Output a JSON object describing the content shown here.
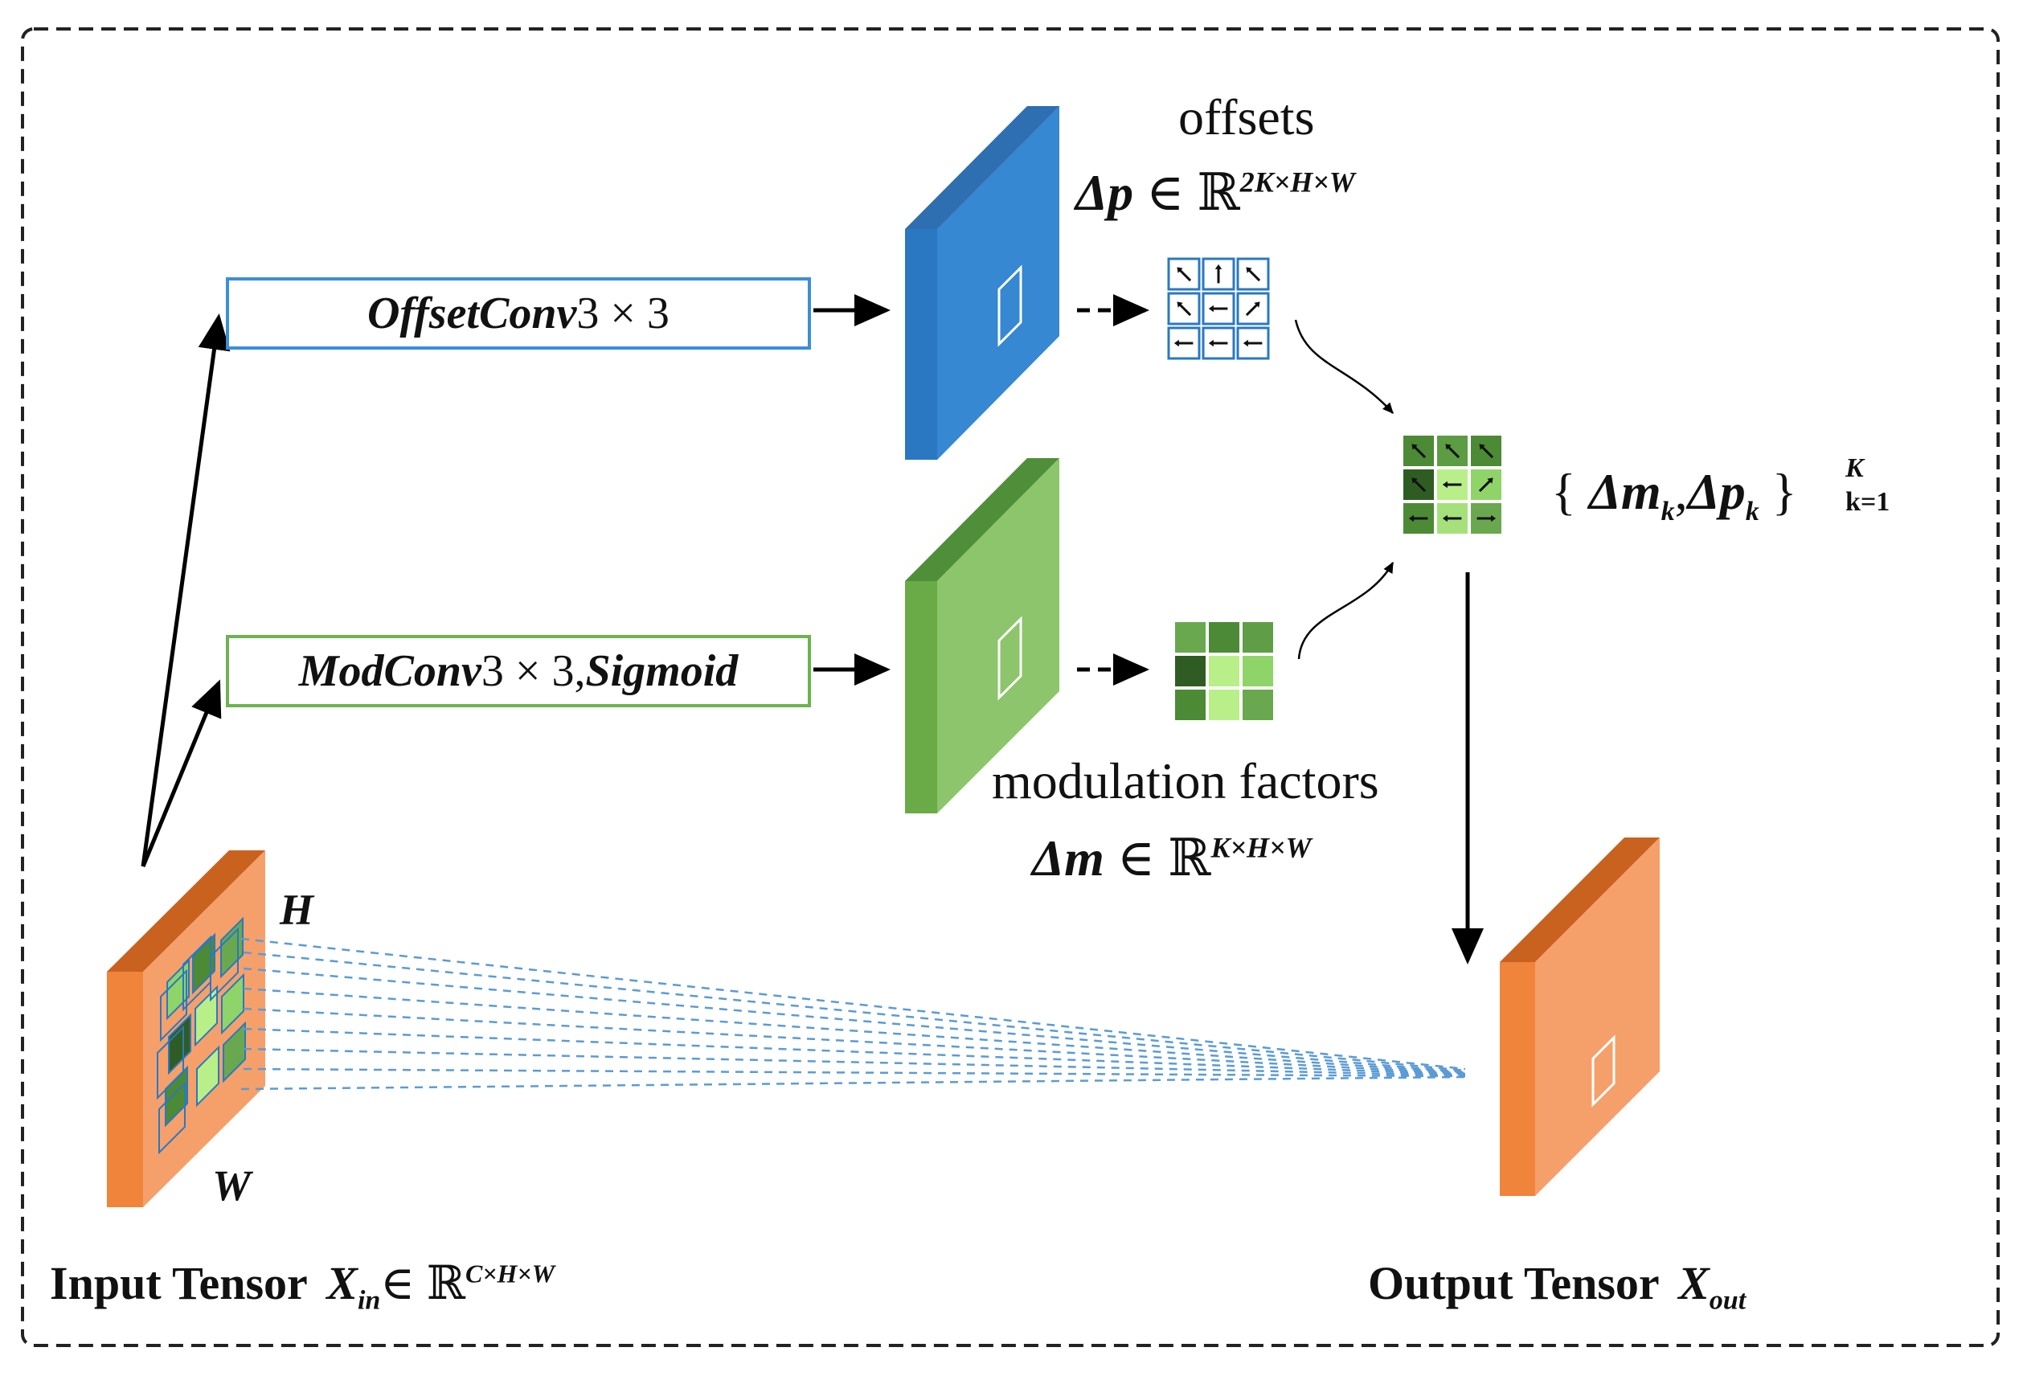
{
  "offset_conv": {
    "name": "OffsetConv",
    "kernel": "3 × 3",
    "color": "#3a8fd9"
  },
  "mod_conv": {
    "name": "ModConv",
    "kernel": "3 × 3",
    "activation": "Sigmoid",
    "color": "#6db34f"
  },
  "offsets": {
    "title": "offsets",
    "symbol": "Δp",
    "in": "∈",
    "space": "ℝ",
    "dims": "2K×H×W"
  },
  "modulation": {
    "title": "modulation factors",
    "symbol": "Δm",
    "in": "∈",
    "space": "ℝ",
    "dims": "K×H×W"
  },
  "combined": {
    "open": "{",
    "m": "Δm",
    "p": "Δp",
    "sub": "k",
    "comma": ",",
    "close": "}",
    "sup": "K",
    "range": "k=1"
  },
  "input": {
    "label": "Input Tensor",
    "var": "X",
    "sub": "in",
    "in": "∈",
    "space": "ℝ",
    "dims": "C×H×W",
    "h_label": "H",
    "w_label": "W",
    "color": "#f0843a"
  },
  "output": {
    "label": "Output Tensor",
    "var": "X",
    "sub": "out",
    "color": "#f0843a"
  },
  "offset_arrows": [
    "nw",
    "n",
    "nw",
    "nw",
    "w",
    "ne",
    "w",
    "w",
    "w"
  ],
  "combined_arrows": [
    "nw",
    "nw",
    "nw",
    "nw",
    "w",
    "ne",
    "w",
    "w",
    "e"
  ],
  "mod_cell_colors": [
    "#6aa84f",
    "#4c8a36",
    "#5f9e46",
    "#2f5c22",
    "#b8ef88",
    "#8fd468",
    "#4c8a36",
    "#b8ef88",
    "#6aa84f"
  ],
  "combined_cell_colors": [
    "#4c8a36",
    "#5c9c42",
    "#4c8a36",
    "#2f5c22",
    "#b8ef88",
    "#8fd468",
    "#4c8a36",
    "#a6e07a",
    "#6aa84f"
  ]
}
